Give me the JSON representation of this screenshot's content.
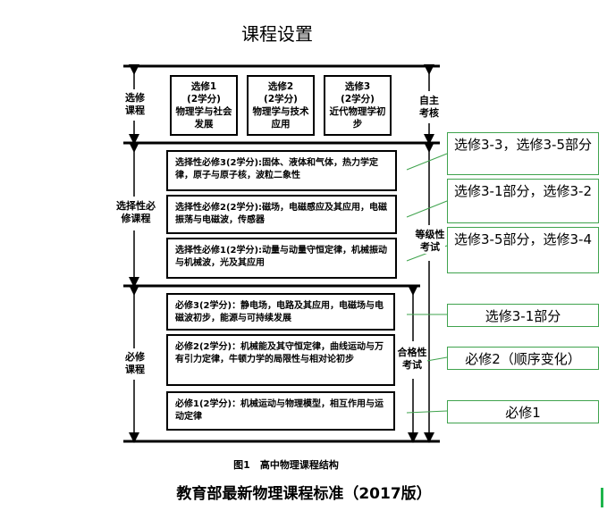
{
  "title": "课程设置",
  "selective": [
    {
      "name": "选修1",
      "credit": "(2学分)",
      "desc": "物理学与社会发展"
    },
    {
      "name": "选修2",
      "credit": "(2学分)",
      "desc": "物理学与技术应用"
    },
    {
      "name": "选修3",
      "credit": "(2学分)",
      "desc": "近代物理学初步"
    }
  ],
  "elective_required": [
    {
      "name": "选择性必修3(2学分):",
      "desc": "固体、液体和气体，热力学定律，原子与原子核，波粒二象性"
    },
    {
      "name": "选择性必修2(2学分):",
      "desc": "磁场，电磁感应及其应用，电磁振荡与电磁波，传感器"
    },
    {
      "name": "选择性必修1(2学分):",
      "desc": "动量与动量守恒定律，机械振动与机械波，光及其应用"
    }
  ],
  "required": [
    {
      "name": "必修3(2学分)",
      "desc": "：静电场，电路及其应用，电磁场与电磁波初步，能源与可持续发展"
    },
    {
      "name": "必修2(2学分)",
      "desc": "：机械能及其守恒定律，曲线运动与万有引力定律，牛顿力学的局限性与相对论初步"
    },
    {
      "name": "必修1(2学分)",
      "desc": "：机械运动与物理模型，相互作用与运动定律"
    }
  ],
  "left_labels": {
    "selective": "选修课程",
    "elective_required": "选择性必修课程",
    "required": "必修课程"
  },
  "right_labels": {
    "self_exam": "自主考核",
    "grade_exam": "等级性考试",
    "pass_exam": "合格性考试"
  },
  "callouts": [
    "选修3-3，选修3-5部分",
    "选修3-1部分，选修3-2",
    "选修3-5部分，选修3-4",
    "选修3-1部分",
    "必修2（顺序变化）",
    "必修1"
  ],
  "caption": "图1　高中物理课程结构",
  "subtitle": "教育部最新物理课程标准（2017版）"
}
